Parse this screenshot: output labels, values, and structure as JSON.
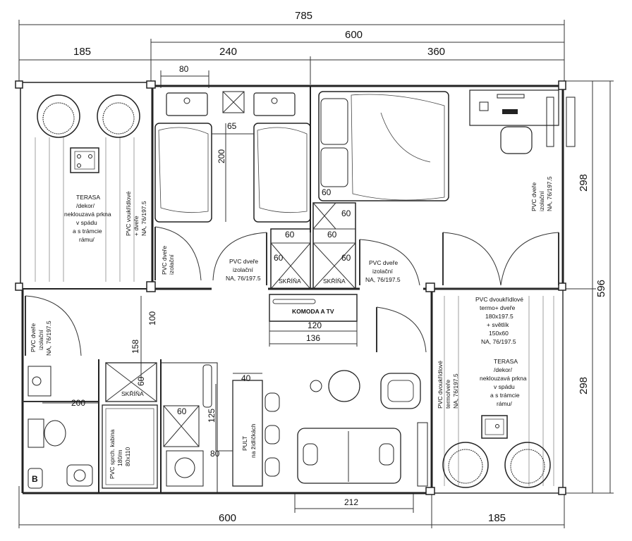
{
  "dimensions": {
    "total_width": "785",
    "main_width": "600",
    "left_terrace": "185",
    "room_a": "240",
    "room_b": "360",
    "top_80": "80",
    "gap_65": "65",
    "bed_200": "200",
    "d60": "60",
    "door_100": "100",
    "h158": "158",
    "sh200": "200",
    "pult40": "40",
    "h125": "125",
    "h80": "80",
    "k120": "120",
    "k136": "136",
    "sofa212": "212",
    "bottom_600": "600",
    "bottom_185": "185",
    "right_298a": "298",
    "right_298b": "298",
    "right_596": "596"
  },
  "labels": {
    "terasa_top": [
      "TERASA",
      "/dekor/",
      "neklouzavá prkna",
      "v spádu",
      "a s trámcie",
      "rámu/"
    ],
    "door_2wing_left": [
      "PVC voukřídlové",
      "+ dveře",
      "NA, 76/197.5"
    ],
    "door_iz_small": [
      "PVC dveře",
      "izolační"
    ],
    "door_bed1": [
      "PVC dveře",
      "izolační",
      "NA, 76/197.5"
    ],
    "door_bed2": [
      "PVC dveře",
      "izolační",
      "NA, 76/197.5"
    ],
    "door_right": [
      "PVC dveře",
      "izolační",
      "NA, 76/197.5"
    ],
    "skrina1": "SKŘÍŇA",
    "skrina2": "SKŘÍŇA",
    "skrina3": "SKŘÍŇA",
    "komoda": "KOMODA A TV",
    "door_bath": [
      "PVC dveře",
      "izolační",
      "NA, 76/197.5"
    ],
    "door_terrace_big": [
      "PVC dvoukřídlové",
      "termo+ dveře",
      "180x197.5",
      "+ světlík",
      "150x60",
      "NA, 76/197.5"
    ],
    "terasa_bottom": [
      "TERASA",
      "/dekor/",
      "neklouzavá prkna",
      "v spádu",
      "a s trámcie",
      "rámu/"
    ],
    "door_2wing_right": [
      "PVC dvoukřídlové",
      "termořveře",
      "NA, 76/197.5"
    ],
    "shower": [
      "PVC sprch. kabina",
      "180/m",
      "80x110"
    ],
    "pult": [
      "PULT",
      "na židličkách"
    ],
    "boiler": "B"
  }
}
